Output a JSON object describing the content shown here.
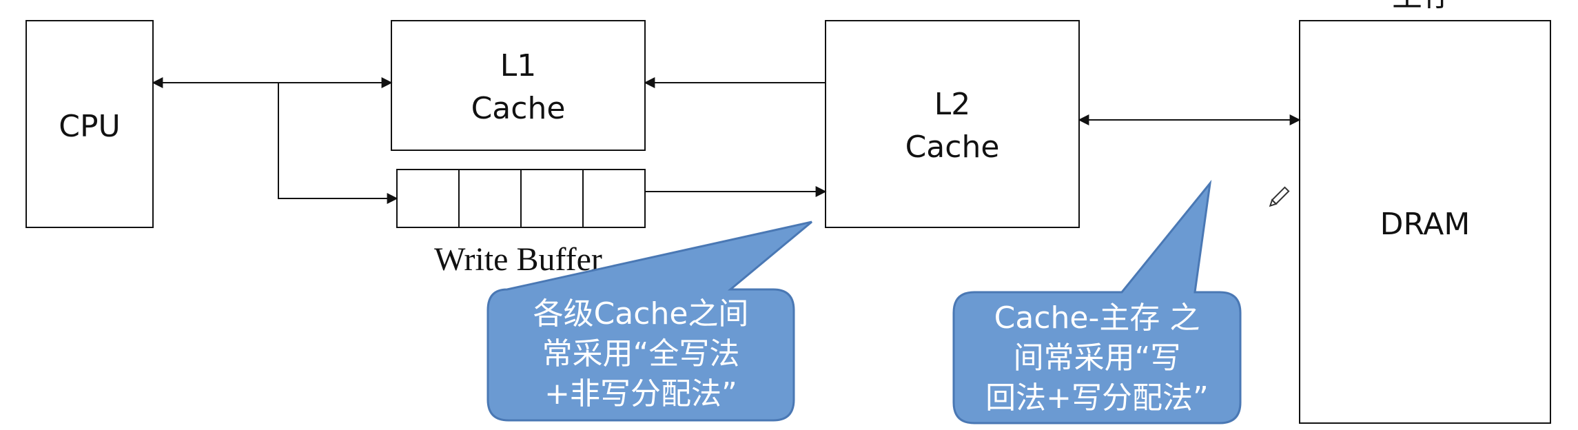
{
  "header": {
    "top_right_partial": "主存"
  },
  "blocks": {
    "cpu": "CPU",
    "l1": {
      "line1": "L1",
      "line2": "Cache"
    },
    "l2": {
      "line1": "L2",
      "line2": "Cache"
    },
    "dram": "DRAM"
  },
  "write_buffer": {
    "label": "Write Buffer",
    "cells": 4
  },
  "callouts": {
    "left": {
      "lines": [
        "各级Cache之间",
        "常采用“全写法",
        "+非写分配法”"
      ]
    },
    "right": {
      "lines": [
        "Cache-主存 之",
        "间常采用“写",
        "回法+写分配法”"
      ]
    }
  },
  "colors": {
    "callout_fill": "#6b9ad2",
    "callout_stroke": "#4a78b4",
    "line": "#111111"
  },
  "icons": {
    "cursor": "pencil-icon"
  }
}
